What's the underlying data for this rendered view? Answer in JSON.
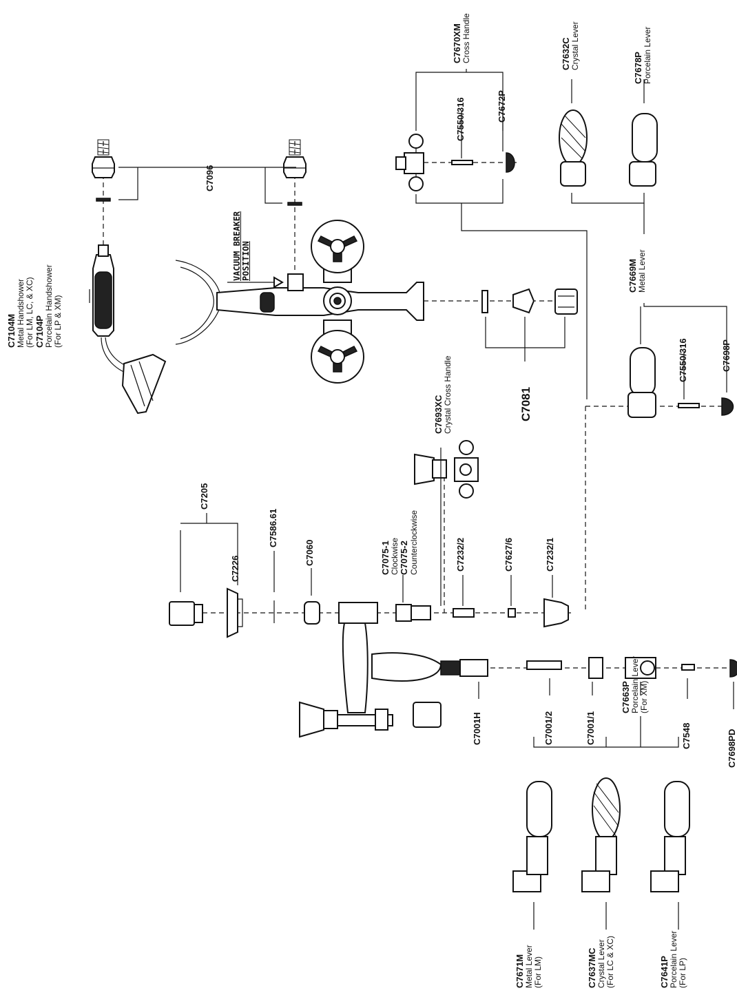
{
  "vacuum_breaker": {
    "line1": "VACUUM BREAKER",
    "line2": "POSITION"
  },
  "assembly_label": "C7081",
  "parts": [
    {
      "id": "c7104",
      "lines": [
        [
          "C7104M",
          "Metal Handshower",
          "(For LM, LC, & XC)"
        ],
        [
          "C7104P",
          "Porcelain Handshower",
          "(For LP & XM)"
        ]
      ]
    },
    {
      "id": "c7096",
      "lines": [
        [
          "C7096"
        ]
      ]
    },
    {
      "id": "c7670xm",
      "lines": [
        [
          "C7670XM",
          "Cross Handle"
        ]
      ]
    },
    {
      "id": "c7550a",
      "lines": [
        [
          "C7550/316"
        ]
      ]
    },
    {
      "id": "c7672p",
      "lines": [
        [
          "C7672P"
        ]
      ]
    },
    {
      "id": "c7632c",
      "lines": [
        [
          "C7632C",
          "Crystal Lever"
        ]
      ]
    },
    {
      "id": "c7678p",
      "lines": [
        [
          "C7678P",
          "Porcelain Lever"
        ]
      ]
    },
    {
      "id": "c7669m",
      "lines": [
        [
          "C7669M",
          "Metal Lever"
        ]
      ]
    },
    {
      "id": "c7550b",
      "lines": [
        [
          "C7550/316"
        ]
      ]
    },
    {
      "id": "c7698p",
      "lines": [
        [
          "C7698P"
        ]
      ]
    },
    {
      "id": "c7693xc",
      "lines": [
        [
          "C7693XC",
          "Crystal Cross Handle"
        ]
      ]
    },
    {
      "id": "c7205",
      "lines": [
        [
          "C7205"
        ]
      ]
    },
    {
      "id": "c7226",
      "lines": [
        [
          "C7226"
        ]
      ]
    },
    {
      "id": "c7586",
      "lines": [
        [
          "C7586.61"
        ]
      ]
    },
    {
      "id": "c7060",
      "lines": [
        [
          "C7060"
        ]
      ]
    },
    {
      "id": "c7075",
      "lines": [
        [
          "C7075-1",
          "Clockwise"
        ],
        [
          "C7075-2",
          "Counterclockwise"
        ]
      ]
    },
    {
      "id": "c7232_2",
      "lines": [
        [
          "C7232/2"
        ]
      ]
    },
    {
      "id": "c7627",
      "lines": [
        [
          "C7627/6"
        ]
      ]
    },
    {
      "id": "c7232_1",
      "lines": [
        [
          "C7232/1"
        ]
      ]
    },
    {
      "id": "c7001h",
      "lines": [
        [
          "C7001H"
        ]
      ]
    },
    {
      "id": "c7001_2",
      "lines": [
        [
          "C7001/2"
        ]
      ]
    },
    {
      "id": "c7001_1",
      "lines": [
        [
          "C7001/1"
        ]
      ]
    },
    {
      "id": "c7663p",
      "lines": [
        [
          "C7663P",
          "Porcelain Lever",
          "(For XM)"
        ]
      ]
    },
    {
      "id": "c7548",
      "lines": [
        [
          "C7548"
        ]
      ]
    },
    {
      "id": "c7698pd",
      "lines": [
        [
          "C7698PD"
        ]
      ]
    },
    {
      "id": "c7671m",
      "lines": [
        [
          "C7671M",
          "Metal Lever",
          "(For LM)"
        ]
      ]
    },
    {
      "id": "c7637mc",
      "lines": [
        [
          "C7637MC",
          "Crystal Lever",
          "(For LC & XC)"
        ]
      ]
    },
    {
      "id": "c7641p",
      "lines": [
        [
          "C7641P",
          "Porcelain Lever",
          "(For LP)"
        ]
      ]
    }
  ]
}
